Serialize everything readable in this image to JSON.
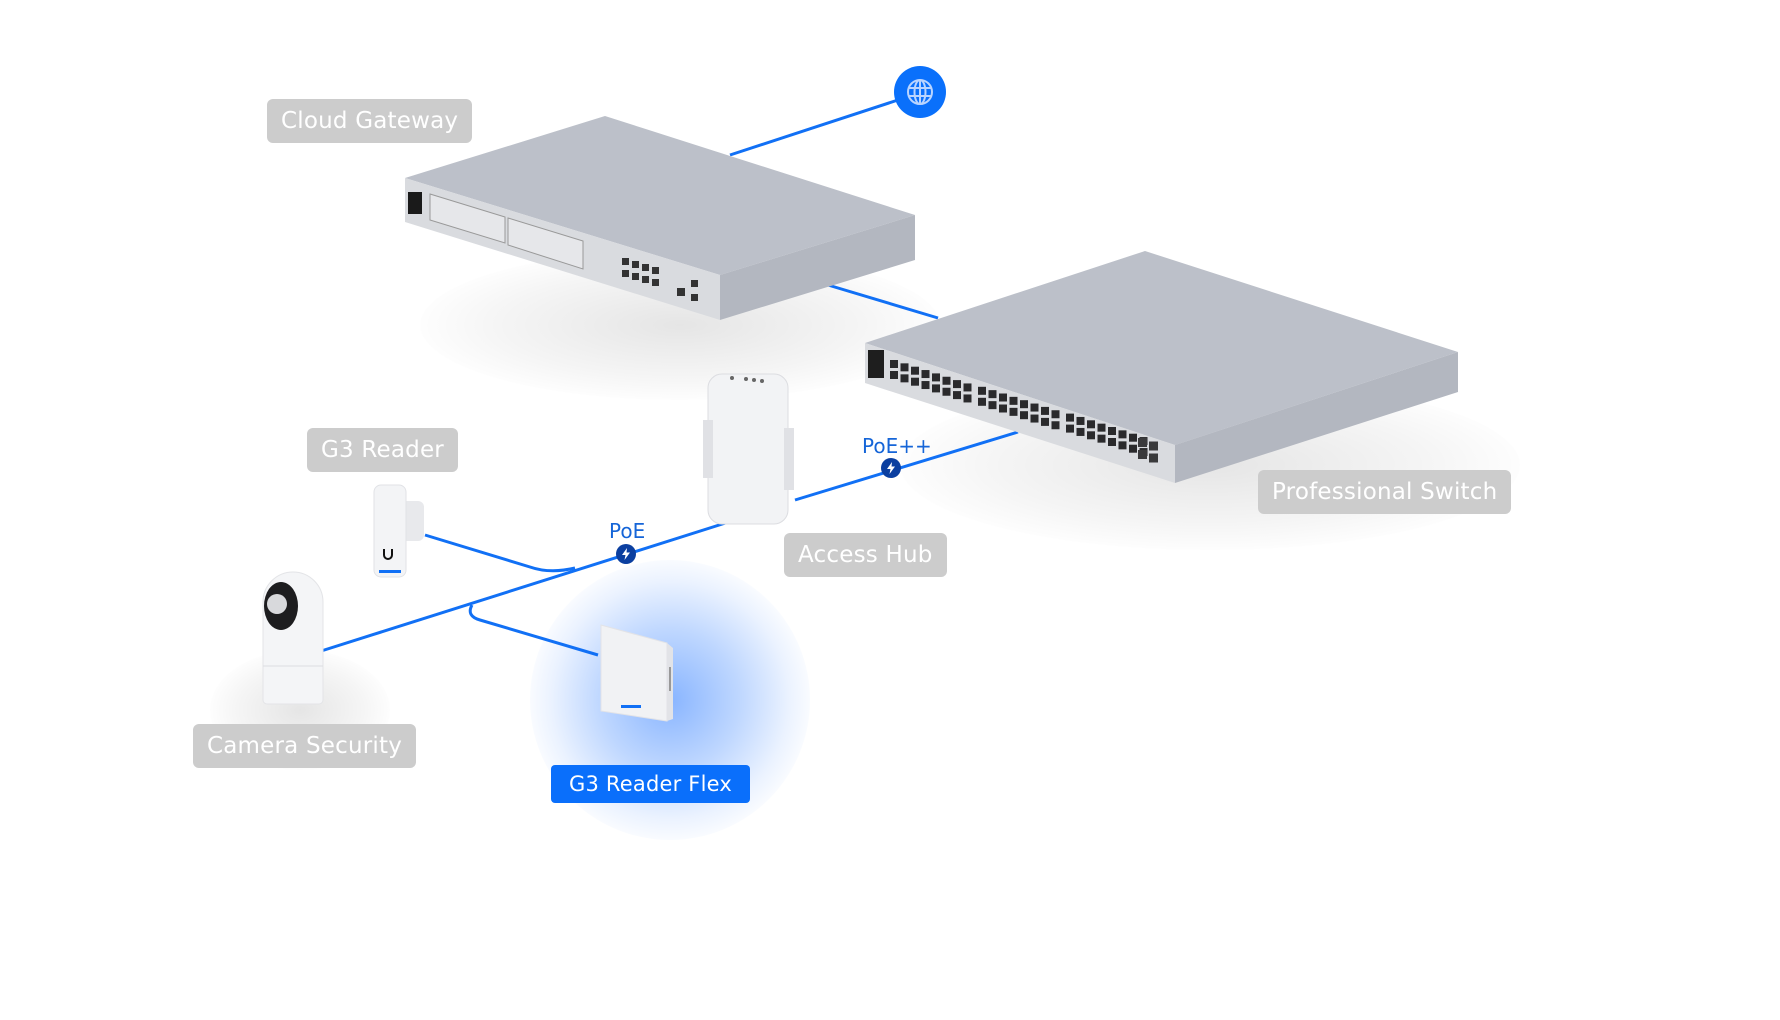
{
  "diagram": {
    "accent_color": "#0a6ffb",
    "link_color": "#1170f5",
    "label_color": "#cccccc",
    "nodes": [
      {
        "id": "internet",
        "icon": "globe-icon"
      },
      {
        "id": "cloud-gateway",
        "label": "Cloud Gateway"
      },
      {
        "id": "professional-switch",
        "label": "Professional Switch"
      },
      {
        "id": "access-hub",
        "label": "Access Hub"
      },
      {
        "id": "g3-reader",
        "label": "G3 Reader"
      },
      {
        "id": "camera-security",
        "label": "Camera Security"
      },
      {
        "id": "g3-reader-flex",
        "label": "G3 Reader Flex",
        "selected": true
      }
    ],
    "links": [
      {
        "from": "internet",
        "to": "cloud-gateway"
      },
      {
        "from": "cloud-gateway",
        "to": "professional-switch"
      },
      {
        "from": "professional-switch",
        "to": "access-hub",
        "label": "PoE++",
        "icon": "lightning-bolt-icon"
      },
      {
        "from": "access-hub",
        "to": "g3-reader",
        "label": "PoE",
        "icon": "lightning-bolt-icon"
      },
      {
        "from": "access-hub",
        "to": "camera-security"
      },
      {
        "from": "access-hub",
        "to": "g3-reader-flex"
      }
    ]
  },
  "labels": {
    "cloud_gateway": "Cloud Gateway",
    "professional_switch": "Professional Switch",
    "access_hub": "Access Hub",
    "g3_reader": "G3 Reader",
    "camera_security": "Camera Security",
    "g3_reader_flex": "G3 Reader Flex",
    "poe_plus_plus": "PoE++",
    "poe": "PoE"
  }
}
